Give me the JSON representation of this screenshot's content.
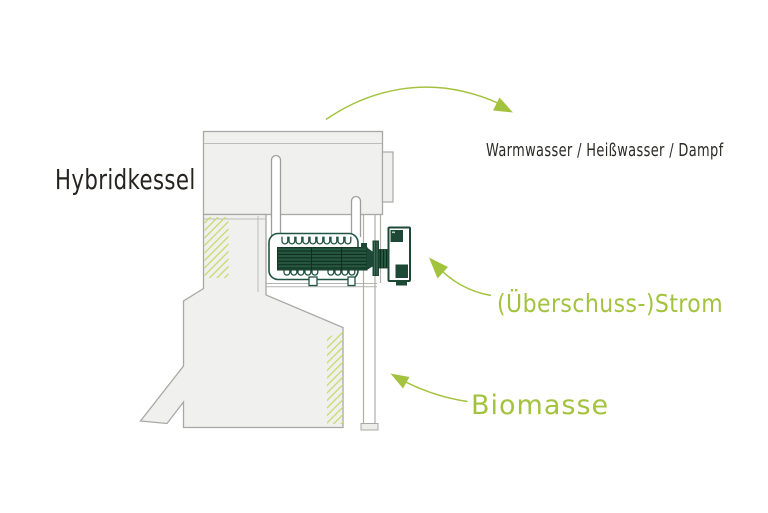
{
  "title": "Hybridkessel",
  "labels": {
    "output": "Warmwasser / Heißwasser / Dampf",
    "electricity": "(Überschuss-)Strom",
    "biomass": "Biomasse"
  },
  "icons": {
    "steam_arrow": "curved-arrow-down-right",
    "electricity_arrow": "curved-arrow-up-left",
    "biomass_arrow": "curved-arrow-up-left"
  },
  "colors": {
    "label_green": "#a3c33f",
    "hatch_green": "#cbdb78",
    "heater_dark_green": "#1d4836",
    "heater_outline_green": "#215441",
    "boiler_fill": "#f0f0ee",
    "boiler_outline": "#a8a8a6",
    "text_dark": "#2b2a26",
    "background": "#ffffff"
  }
}
